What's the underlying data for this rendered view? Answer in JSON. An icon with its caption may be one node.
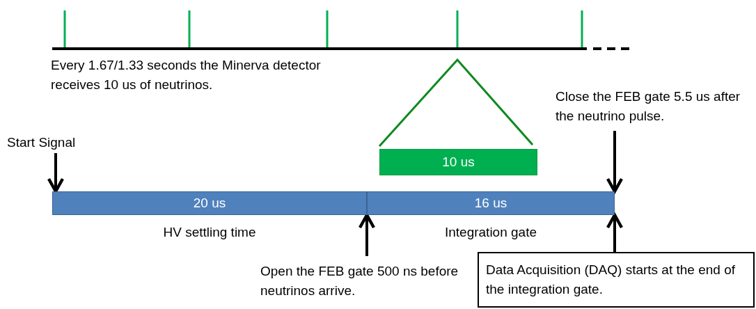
{
  "diagram": {
    "nodes": [
      {
        "text": [
          "20 us"
        ],
        "beside": [
          "HV settling time"
        ]
      },
      {
        "text": [
          "16 us"
        ],
        "beside": [
          "Integration gate"
        ]
      },
      {
        "text": [
          "10 us"
        ]
      },
      {
        "text": [
          "Start Signal"
        ]
      },
      {
        "text": [
          "Close the FEB gate 5.5 us after the neutrino pulse."
        ]
      },
      {
        "text": [
          "Open the FEB gate 500 ns before neutrinos arrive."
        ]
      },
      {
        "text": [
          "Data Acquisition (DAQ) starts at the end of the integration gate."
        ]
      }
    ],
    "edges": [
      {
        "from": 3,
        "to": 0,
        "arrow": "to"
      },
      {
        "from": 4,
        "to": 1,
        "arrow": "to"
      },
      {
        "from": 5,
        "to": 1,
        "arrow": "to"
      },
      {
        "from": 6,
        "to": 1,
        "arrow": "to"
      }
    ],
    "labels": [
      "Every 1.67/1.33 seconds the Minerva detector receives 10 us of neutrinos."
    ]
  }
}
